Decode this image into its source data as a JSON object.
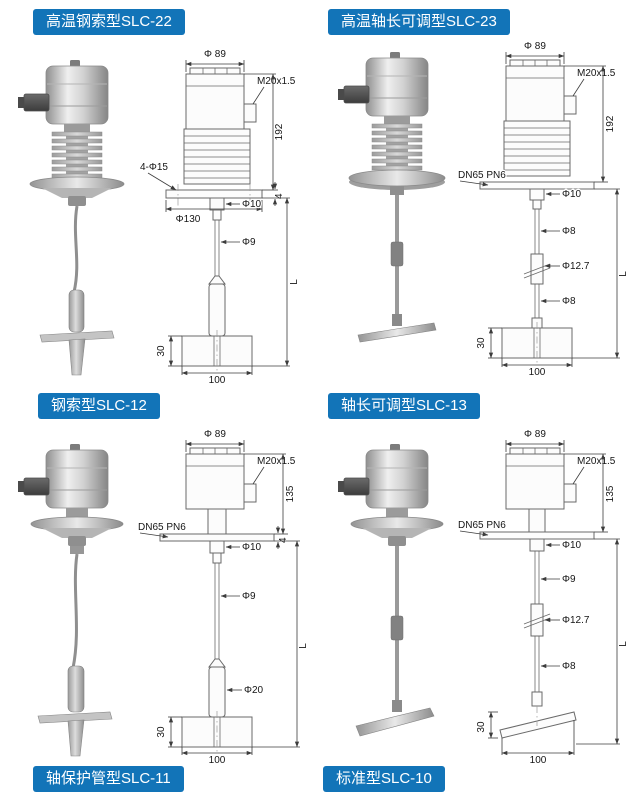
{
  "theme": {
    "page_bg": "#ffffff",
    "badge_bg": "#1274b8",
    "badge_text": "#ffffff",
    "drawing_line": "#6a6a6a",
    "dim_line": "#3c3c3c"
  },
  "badges": {
    "slc22": "高温钢索型SLC-22",
    "slc23": "高温轴长可调型SLC-23",
    "slc12": "钢索型SLC-12",
    "slc13": "轴长可调型SLC-13",
    "slc11": "轴保护管型SLC-11",
    "slc10": "标准型SLC-10"
  },
  "drawings": {
    "slc22": {
      "phi89": "Φ 89",
      "m20": "M20x1.5",
      "height": "192",
      "holes": "4-Φ15",
      "phi130": "Φ130",
      "phi10": "Φ10",
      "t4": "4",
      "phi9": "Φ9",
      "length": "L",
      "h30": "30",
      "w100": "100"
    },
    "slc23": {
      "phi89": "Φ 89",
      "m20": "M20x1.5",
      "height": "192",
      "flange": "DN65 PN6",
      "phi10": "Φ10",
      "phi8_upper": "Φ8",
      "phi127": "Φ12.7",
      "phi8_lower": "Φ8",
      "length": "L",
      "h30": "30",
      "w100": "100"
    },
    "slc12": {
      "phi89": "Φ 89",
      "m20": "M20x1.5",
      "height": "135",
      "flange": "DN65 PN6",
      "phi10": "Φ10",
      "t4": "4",
      "phi9": "Φ9",
      "phi20": "Φ20",
      "length": "L",
      "h30": "30",
      "w100": "100"
    },
    "slc13": {
      "phi89": "Φ 89",
      "m20": "M20x1.5",
      "height": "135",
      "flange": "DN65 PN6",
      "phi10": "Φ10",
      "phi9": "Φ9",
      "phi127": "Φ12.7",
      "phi8": "Φ8",
      "length": "L",
      "h30": "30",
      "w100": "100"
    }
  }
}
